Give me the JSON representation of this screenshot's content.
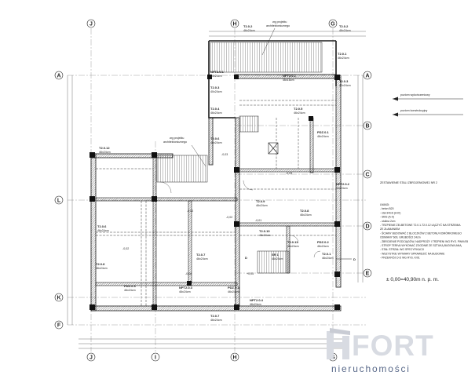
{
  "axes": {
    "top": [
      "J",
      "H",
      "G"
    ],
    "bottom": [
      "J",
      "I",
      "H",
      "G"
    ],
    "left": [
      "A",
      "L",
      "K",
      "F"
    ],
    "right": [
      "A",
      "B",
      "C",
      "D",
      "E"
    ]
  },
  "legend": {
    "wykonczeniowy": "poziom wykończeniowy",
    "konstrukcyjny": "poziom konstrukcyjny"
  },
  "wg_projektu": {
    "top": [
      "wg projektu",
      "architektonicznego"
    ],
    "mid": [
      "wg projektu",
      "architektonicznego"
    ]
  },
  "beams": {
    "b01": [
      "T2.0.2",
      "46x24cm"
    ],
    "b02": [
      "T2.0.2",
      "46x24cm"
    ],
    "b03": [
      "T2.0.1",
      "46x24cm"
    ],
    "b04": [
      "NPT2.0.1",
      "44x24cm"
    ],
    "b05": [
      "T2.0.3",
      "40x24cm"
    ],
    "b06": [
      "T2.0.3",
      "40x24cm"
    ],
    "b07": [
      "NPT2.0.1",
      "46x16cm"
    ],
    "b08": [
      "T2.0.4",
      "46x24cm"
    ],
    "b09": [
      "T2.0.5",
      "46x24cm"
    ],
    "b10": [
      "PDZ.0.1",
      "46x24cm"
    ],
    "b11": [
      "NPT2.0.2",
      "44x24cm"
    ],
    "b12": [
      "T2.0.12",
      "46x24cm"
    ],
    "b13": [
      "T2.0.6",
      "46x24cm"
    ],
    "b14": [
      "T2.0.9",
      "46x24cm"
    ],
    "b15": [
      "T2.0.8",
      "46x24cm"
    ],
    "b16": [
      "T2.0.10",
      "46x24cm"
    ],
    "b17": [
      "T2.0.11",
      "46x24cm"
    ],
    "b18": [
      "T2.0.6",
      "46x24cm"
    ],
    "b19": [
      "PDZ.0.3",
      "46x24cm"
    ],
    "b20": [
      "NPT2.0.3",
      "46x24cm"
    ],
    "b21": [
      "T2.0.7",
      "46x24cm"
    ],
    "b22": [
      "PDZ.0.2",
      "46x24cm"
    ],
    "b23": [
      "T2.0.1",
      "46x24cm"
    ],
    "b24": [
      "PDZ.0.3",
      "46x24cm"
    ],
    "b25": [
      "NPT2.0.4",
      "46x24cm"
    ],
    "b26": [
      "T2.0.7",
      "46x24cm"
    ],
    "b27": [
      "T2.0.8",
      "46x24cm"
    ],
    "b28": [
      "SR 1",
      "46x24cm"
    ]
  },
  "levels": {
    "l1": "-0,03",
    "l2": "-0,03",
    "l3": "-0,02",
    "l4": "-0,02",
    "l5": "-0,02",
    "l6": "-0,01",
    "l7": "-0,08",
    "l8": "+0,05"
  },
  "notes_title": "ZESTAWIENIE STALI ZBROJENIOWEJ NR 2",
  "notes": [
    "UWAGI:",
    "- beton B20",
    "- stal 34GS (A-III)",
    "- St0S (A-0)",
    "- otulina 2cm",
    "- TRZPIENIE ŻELBETOWE T2.0.1-T2.0.12 ŁĄCZYĆ NA STRZEMIA",
    "  ZE ZŁAMANIEM",
    "- ŚCIANY BUDOWAĆ Z BLOCZKÓW Z BETONU KOMÓRKOWEGO",
    "  ODMIANY 600, GRUBOŚCI 24cm",
    "- ZBROJENIE PODCIĄGÓW, NADPROŻY I TRZPIENI WG RYS. PW/K/05",
    "- STROP TERIVA WYKONAĆ ZGODNIE ZE SZTUKĄ BUDOWLANĄ",
    "- STAŁ STRZAŁ WG SPECYFIKACJI",
    "- WSZYSTKIE WYMIARY SPRAWDZIĆ NA BUDOWIE",
    "- PRZEKRÓJ D-D WG RYS. K/01"
  ],
  "level_text": "± 0,00=40,90m n. p. m.",
  "marker": "D",
  "logo_main": "FORT",
  "logo_sub": "nieruchomości",
  "colors": {
    "line": "#1a1a1a",
    "light": "#666666",
    "logo": "#d8dbe2",
    "logo_sub": "#5a6a8a"
  }
}
